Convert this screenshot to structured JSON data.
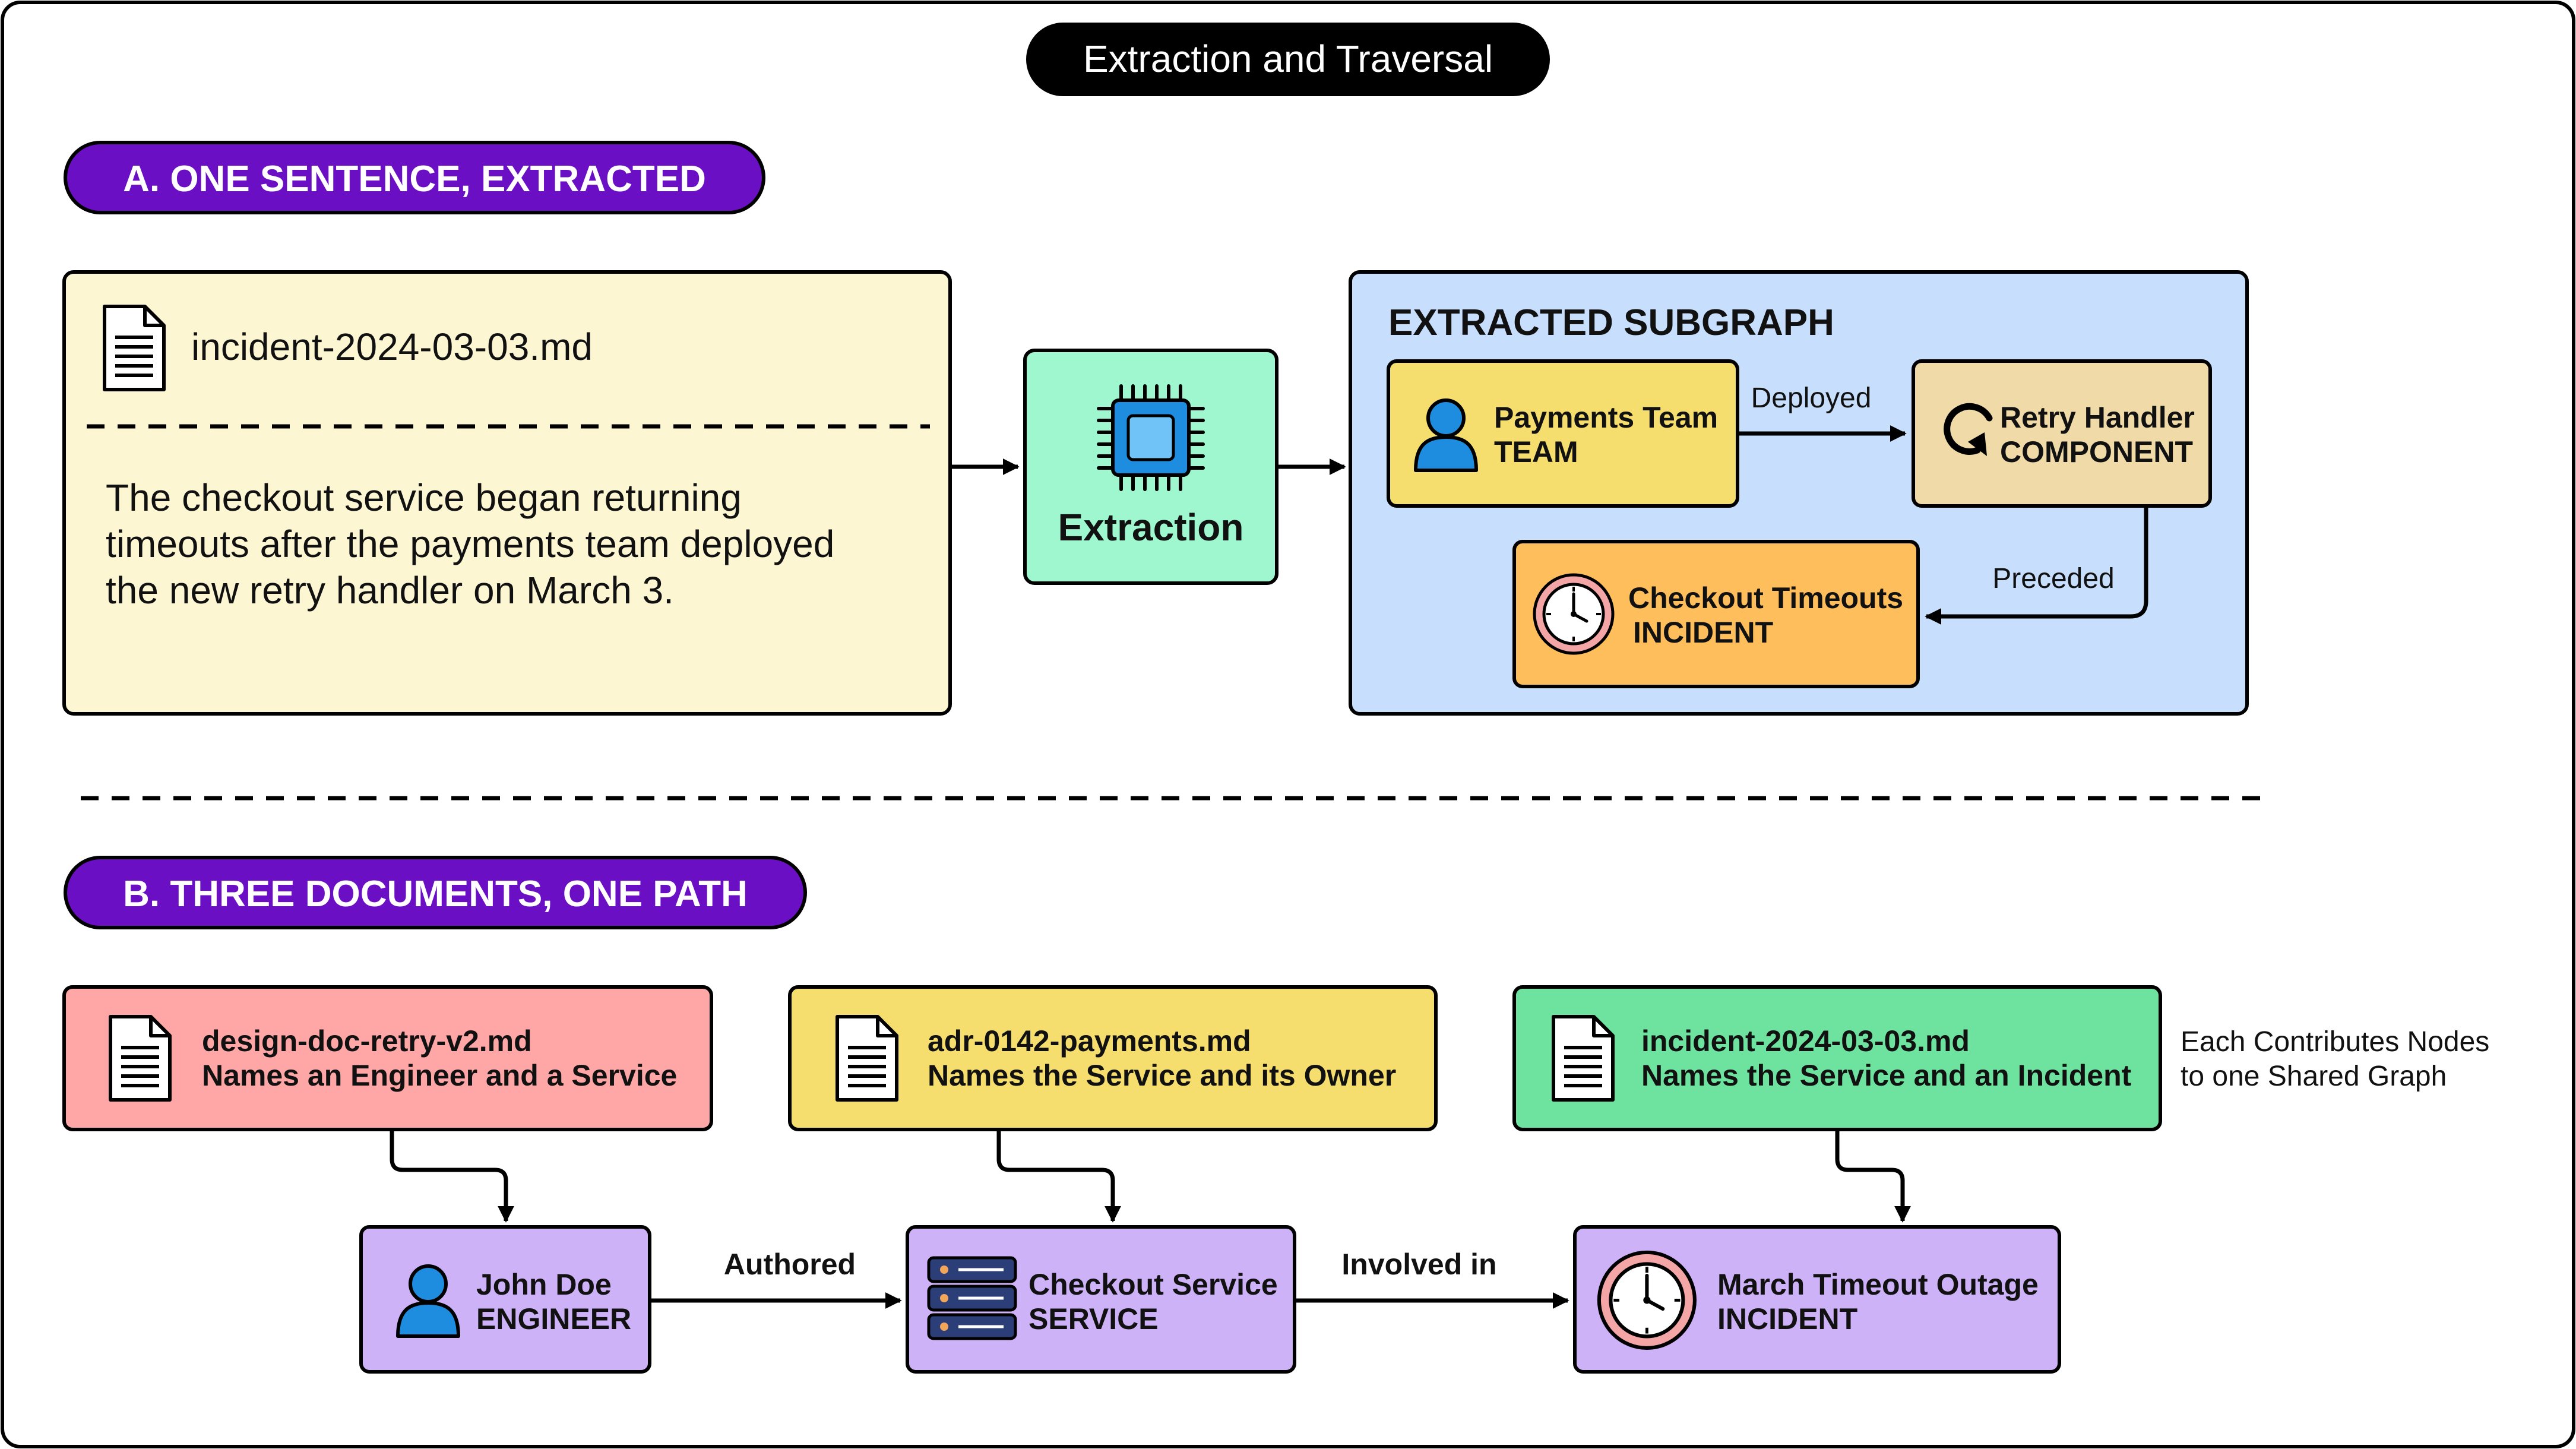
{
  "title": "Extraction and Traversal",
  "section_a": {
    "heading": "A. ONE SENTENCE, EXTRACTED",
    "document": {
      "filename": "incident-2024-03-03.md",
      "sentence_lines": [
        "The checkout service began returning",
        "timeouts after the payments team deployed",
        "the new retry handler on March 3."
      ]
    },
    "extraction_label": "Extraction",
    "subgraph": {
      "title": "EXTRACTED SUBGRAPH",
      "nodes": [
        {
          "name": "Payments Team",
          "type": "TEAM",
          "icon": "person-icon",
          "color": "#f5de6e"
        },
        {
          "name": "Retry Handler",
          "type": "COMPONENT",
          "icon": "retry-icon",
          "color": "#f0dba8"
        },
        {
          "name": "Checkout Timeouts",
          "type": "INCIDENT",
          "icon": "clock-icon",
          "color": "#ffbe5c"
        }
      ],
      "edges": [
        {
          "label": "Deployed"
        },
        {
          "label": "Preceded"
        }
      ]
    }
  },
  "section_b": {
    "heading": "B. THREE DOCUMENTS, ONE PATH",
    "documents": [
      {
        "filename": "design-doc-retry-v2.md",
        "description": "Names an Engineer and a Service",
        "color": "#ffa6a6"
      },
      {
        "filename": "adr-0142-payments.md",
        "description": "Names the Service and its Owner",
        "color": "#f5de6e"
      },
      {
        "filename": "incident-2024-03-03.md",
        "description": "Names the Service and an Incident",
        "color": "#6ee3a0"
      }
    ],
    "note_lines": [
      "Each Contributes Nodes",
      "to one Shared Graph"
    ],
    "nodes": [
      {
        "name": "John Doe",
        "type": "ENGINEER",
        "icon": "person-icon"
      },
      {
        "name": "Checkout Service",
        "type": "SERVICE",
        "icon": "server-icon"
      },
      {
        "name": "March Timeout Outage",
        "type": "INCIDENT",
        "icon": "clock-icon"
      }
    ],
    "edges": [
      {
        "label": "Authored"
      },
      {
        "label": "Involved in"
      }
    ],
    "node_color": "#cdb2f7"
  },
  "colors": {
    "heading_pill": "#6a0fc4",
    "title_pill": "#000000",
    "document_panel": "#fdf6d2",
    "extraction_box": "#9ef7cf",
    "subgraph_panel": "#c7defc",
    "icon_blue": "#1e8de0"
  }
}
